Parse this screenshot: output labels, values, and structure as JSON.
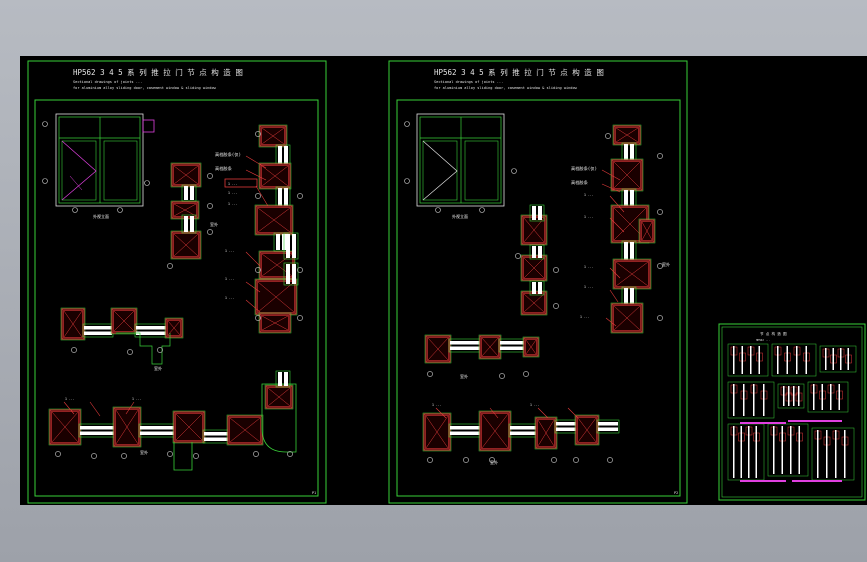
{
  "viewport": {
    "background": "#000000"
  },
  "colors": {
    "frame": "#39d039",
    "profile": "#e23a3a",
    "glass": "#ffffff",
    "hatch": "#d8d8d8",
    "magenta": "#e040e0",
    "text": "#f4f4f4",
    "title": "#e6e6e6",
    "cyan": "#48d8d8"
  },
  "sheets": [
    {
      "title": "HP562  3 4 5 系 列 推 拉 门  节 点 构 造 图",
      "subtitle1": "Sectional drawings of joints ...",
      "subtitle2": "for aluminium alloy sliding door, casement window & sliding window",
      "elevation_label": "外视立面",
      "labels": [
        "室外",
        "室外",
        "室外"
      ],
      "callouts": [
        "高档胶条(仅)",
        "高档胶条",
        "1 ...",
        "1 ...",
        "1 ...",
        "1 ...",
        "1 ...",
        "1 ...",
        "1 ...",
        "1 ..."
      ],
      "page_no": "P1"
    },
    {
      "title": "HP562  3 4 5 系 列  推 拉 门  节 点 构 造 图",
      "subtitle1": "Sectional drawings of joints ...",
      "subtitle2": "for aluminium alloy sliding door, casement window & sliding window",
      "elevation_label": "外视立面",
      "labels": [
        "室外",
        "室外",
        "室外"
      ],
      "callouts": [
        "高档胶条(仅)",
        "高档胶条",
        "1 ...",
        "1 ...",
        "1 ...",
        "1 ...",
        "1 ...",
        "1 ...",
        "1 ..."
      ],
      "page_no": "P2"
    }
  ],
  "mini_sheet": {
    "title": "节 点 构 造 图",
    "subtitle": "HP562 ..."
  }
}
